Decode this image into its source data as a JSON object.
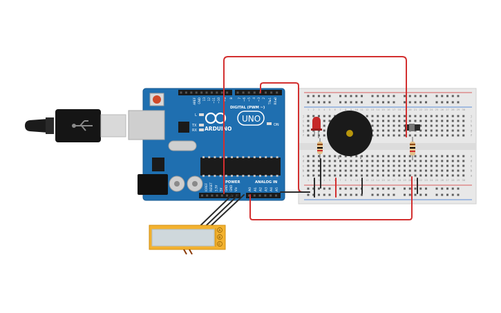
{
  "arduino": {
    "digital_label": "DIGITAL (PWM ~)",
    "brand": "ARDUINO",
    "model": "UNO",
    "power_label": "POWER",
    "analog_label": "ANALOG IN",
    "reset_label": "RESET",
    "on_label": "ON",
    "l_label": "L",
    "tx_label": "TX",
    "rx_label": "RX",
    "top_pins": [
      "AREF",
      "GND",
      "13",
      "12",
      "~11",
      "~10",
      "~9",
      "8",
      "7",
      "~6",
      "~5",
      "4",
      "~3",
      "2",
      "TX▸1",
      "RX◂0"
    ],
    "power_pins": [
      "IOREF",
      "RESET",
      "3.3V",
      "5V",
      "GND",
      "GND",
      "Vin"
    ],
    "analog_pins": [
      "A0",
      "A1",
      "A2",
      "A3",
      "A4",
      "A5"
    ]
  },
  "breadboard": {
    "row_letters_top": [
      "j",
      "i",
      "h",
      "g",
      "f"
    ],
    "row_letters_bottom": [
      "e",
      "d",
      "c",
      "b",
      "a"
    ],
    "column_numbers": [
      "1",
      "2",
      "3",
      "4",
      "5",
      "6",
      "7",
      "8",
      "9",
      "10",
      "11",
      "12",
      "13",
      "14",
      "15",
      "16",
      "17",
      "18",
      "19",
      "20",
      "21",
      "22",
      "23",
      "24",
      "25",
      "26",
      "27",
      "28",
      "29",
      "30"
    ]
  },
  "sensor": {
    "pin_labels": [
      "A",
      "B",
      "C"
    ]
  },
  "colors": {
    "arduino_board": "#1f6fb0",
    "breadboard": "#e8e8e8",
    "wire_red": "#d32f2f",
    "wire_black": "#2b2b2b",
    "sensor_body": "#f3b22f",
    "led": "#c62828",
    "buzzer": "#1a1a1a"
  }
}
